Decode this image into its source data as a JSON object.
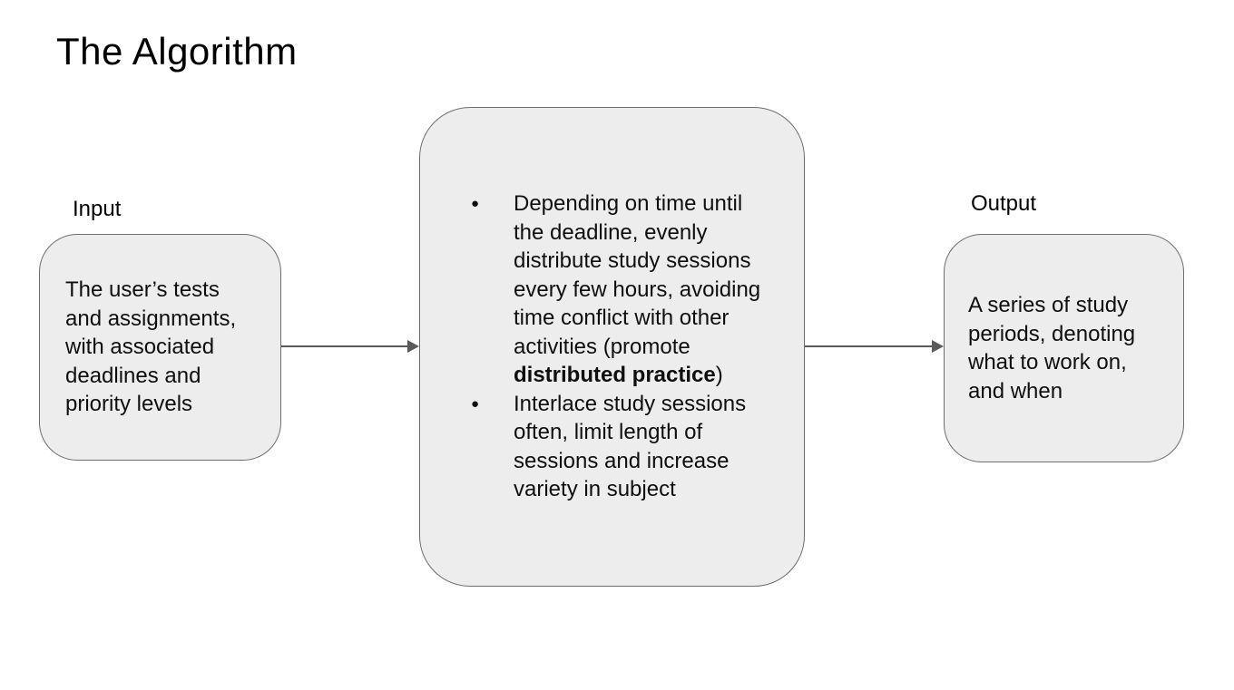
{
  "title": "The Algorithm",
  "colors": {
    "background": "#ffffff",
    "box_fill": "#ededed",
    "box_border": "#6e6e6e",
    "arrow": "#5a5a5a",
    "text": "#0f0f0f"
  },
  "input": {
    "label": "Input",
    "text": "The user’s tests and assignments, with associated deadlines and priority levels"
  },
  "process": {
    "bullet_icon": "●",
    "bullets": [
      {
        "before": "Depending on time until the deadline, evenly distribute study sessions every few hours, avoiding time conflict with other activities (promote ",
        "bold": "distributed practice",
        "after": ")"
      },
      {
        "before": "Interlace study sessions often, limit length of sessions and increase variety in subject",
        "bold": "",
        "after": ""
      }
    ]
  },
  "output": {
    "label": "Output",
    "text": "A series of study periods, denoting what to work on, and when"
  }
}
